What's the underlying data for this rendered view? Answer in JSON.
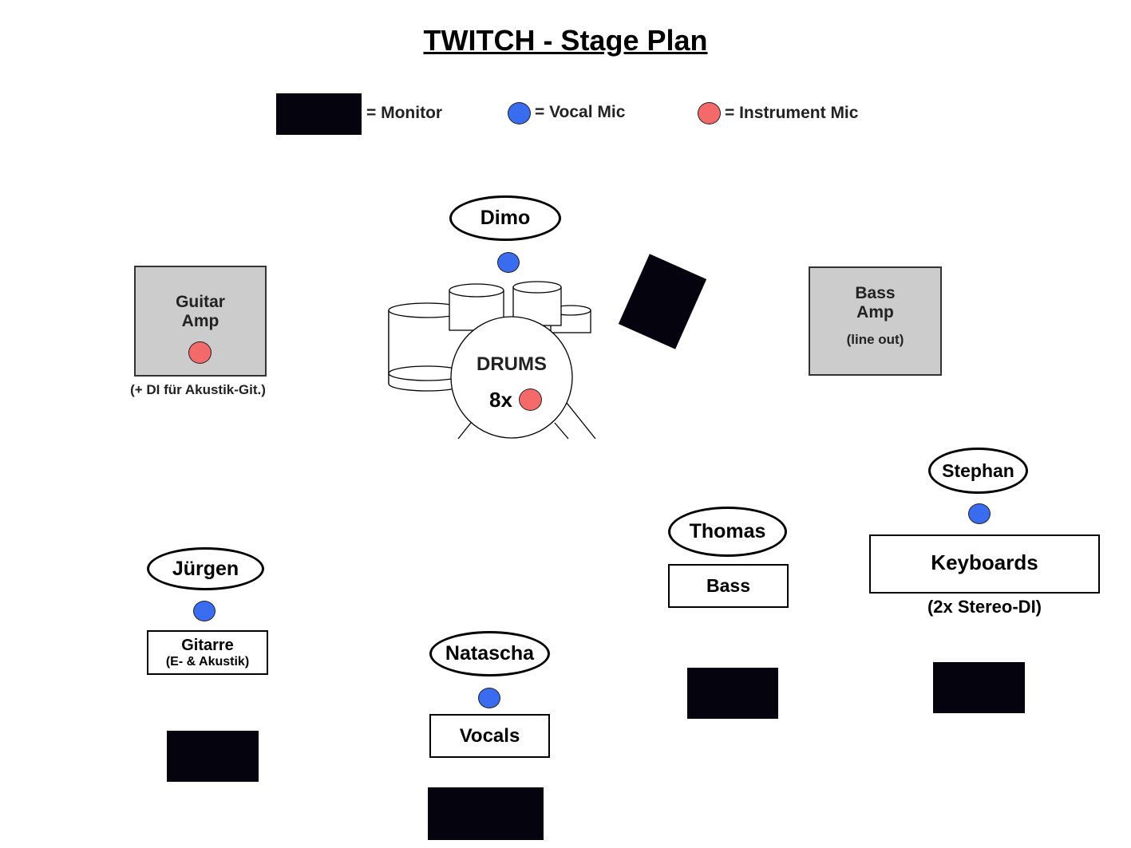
{
  "title": "TWITCH - Stage Plan",
  "legend": {
    "monitor": "= Monitor",
    "vocal_mic": "= Vocal Mic",
    "instrument_mic": "= Instrument Mic"
  },
  "colors": {
    "monitor": "#05040e",
    "vocal_mic": "#3a6cf0",
    "instrument_mic": "#f46a6a",
    "amp": "#cccccc"
  },
  "drums": {
    "player": "Dimo",
    "label": "DRUMS",
    "mic_count": "8x"
  },
  "guitar_amp": {
    "line1": "Guitar",
    "line2": "Amp",
    "note": "(+ DI für Akustik-Git.)"
  },
  "bass_amp": {
    "line1": "Bass",
    "line2": "Amp",
    "line3": "(line out)"
  },
  "musicians": {
    "juergen": {
      "name": "Jürgen",
      "instrument": "Gitarre",
      "detail": "(E- & Akustik)"
    },
    "natascha": {
      "name": "Natascha",
      "instrument": "Vocals"
    },
    "thomas": {
      "name": "Thomas",
      "instrument": "Bass"
    },
    "stephan": {
      "name": "Stephan",
      "instrument": "Keyboards",
      "note": "(2x Stereo-DI)"
    }
  }
}
